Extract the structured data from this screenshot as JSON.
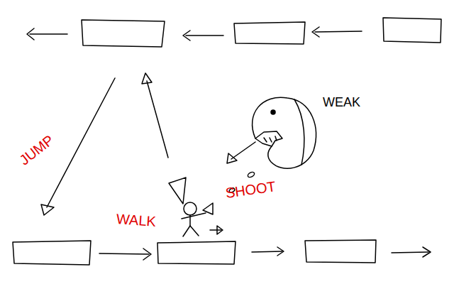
{
  "diagram": {
    "labels": [
      "WEAK",
      "JUMP",
      "WALK",
      "SHOOT"
    ]
  }
}
